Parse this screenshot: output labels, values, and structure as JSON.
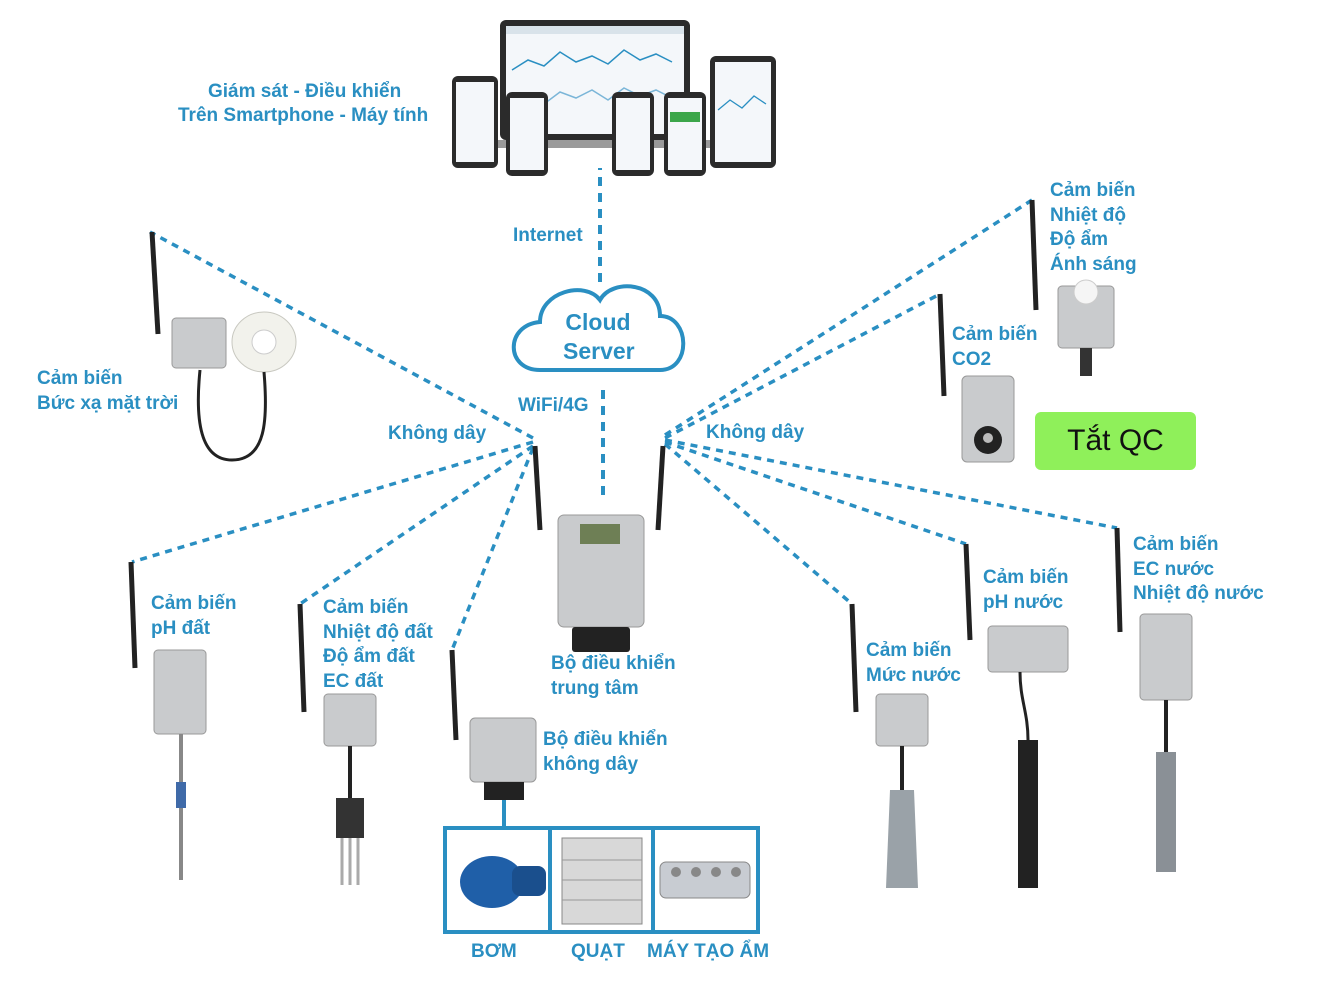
{
  "top": {
    "monitor_line1": "Giám sát - Điều khiển",
    "monitor_line2": "Trên Smartphone - Máy tính"
  },
  "links": {
    "internet": "Internet",
    "wifi": "WiFi/4G",
    "wireless_left": "Không dây",
    "wireless_right": "Không dây"
  },
  "cloud": {
    "line1": "Cloud",
    "line2": "Server"
  },
  "master": {
    "line1": "Bộ điều khiển",
    "line2": "trung tâm"
  },
  "controller": {
    "line1": "Bộ điều khiển",
    "line2": "không dây"
  },
  "sensors": {
    "solar": [
      "Cảm biến",
      "Bức xạ mặt trời"
    ],
    "ph_soil": [
      "Cảm biến",
      "pH đất"
    ],
    "soil": [
      "Cảm biến",
      "Nhiệt độ đất",
      "Độ ẩm đất",
      "EC đất"
    ],
    "climate": [
      "Cảm biến",
      "Nhiệt độ",
      "Độ ẩm",
      "Ánh sáng"
    ],
    "co2": [
      "Cảm biến",
      "CO2"
    ],
    "water_level": [
      "Cảm biến",
      "Mức nước"
    ],
    "ph_water": [
      "Cảm biến",
      "pH nước"
    ],
    "ec_water": [
      "Cảm biến",
      "EC nước",
      "Nhiệt độ nước"
    ]
  },
  "actuators": {
    "pump": "BƠM",
    "fan": "QUẠT",
    "humidifier": "MÁY TẠO ẨM"
  },
  "ad_button": "Tắt QC",
  "colors": {
    "accent": "#2a8fc2",
    "button": "#8ff05a",
    "device": "#c9cbcd"
  }
}
